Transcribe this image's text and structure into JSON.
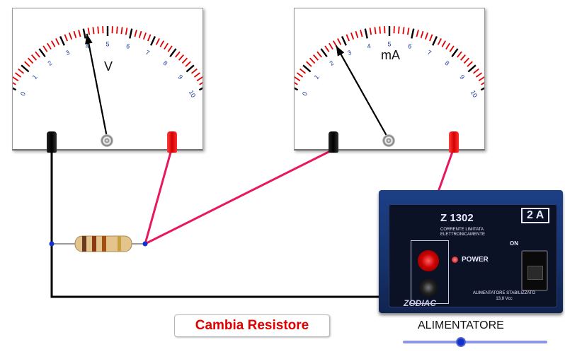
{
  "voltmeter": {
    "unit": "V",
    "scale_labels": [
      "0",
      "1",
      "2",
      "3",
      "4",
      "5",
      "6",
      "7",
      "8",
      "9",
      "10"
    ],
    "reading": 4.1
  },
  "ammeter": {
    "unit": "mA",
    "scale_labels": [
      "0",
      "1",
      "2",
      "3",
      "4",
      "5",
      "6",
      "7",
      "8",
      "9",
      "10"
    ],
    "reading": 2.6
  },
  "power_supply": {
    "model": "Z 1302",
    "rating": "2 A",
    "description": "CORRENTE LIMITATA ELETTRONICAMENTE",
    "on_label": "ON",
    "power_label": "POWER",
    "footer_line1": "ALIMENTATORE STABILIZZATO",
    "footer_line2": "13,8 Vcc",
    "brand": "ZODIAC"
  },
  "controls": {
    "change_resistor_label": "Cambia Resistore",
    "slider_label": "ALIMENTATORE",
    "slider_value": 0.4
  },
  "colors": {
    "red_wire": "#e8185c",
    "black_wire": "#000000",
    "scale_red": "#e00000",
    "scale_numbers": "#1f3fa0",
    "junction_dot": "#1030d0",
    "button_text": "#e00000"
  }
}
